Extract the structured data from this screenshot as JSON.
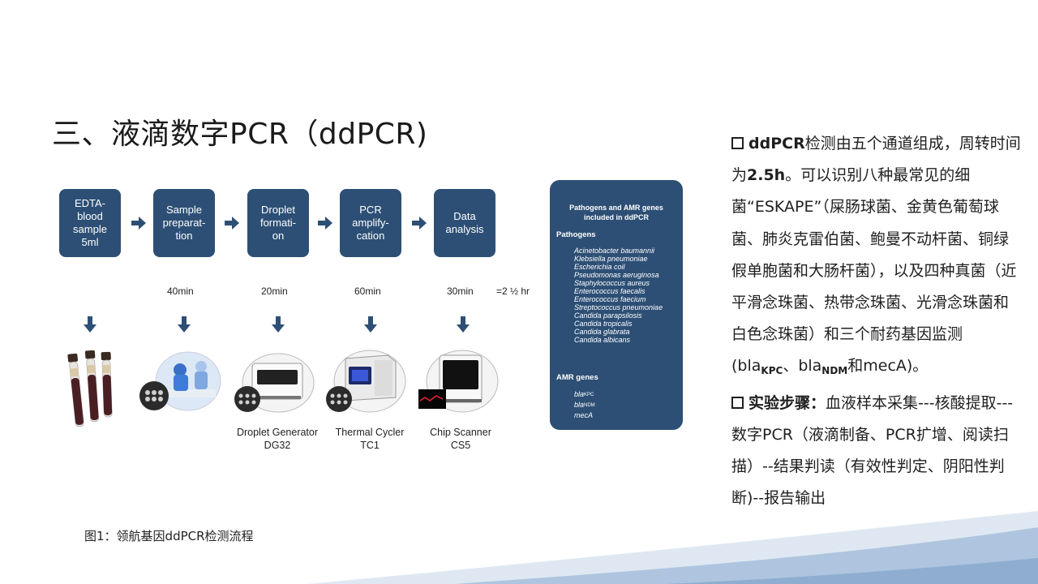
{
  "title": "三、液滴数字PCR（ddPCR)",
  "steps": [
    "EDTA-\nblood\nsample\n5ml",
    "Sample\npreparat-\ntion",
    "Droplet\nformati-\non",
    "PCR\namplify-\ncation",
    "Data\nanalysis"
  ],
  "times": [
    "40min",
    "20min",
    "60min",
    "30min",
    "=2 ½ hr"
  ],
  "devices": [
    "Droplet Generator\nDG32",
    "Thermal Cycler\nTC1",
    "Chip Scanner\nCS5"
  ],
  "panel": {
    "heading": "Pathogens and AMR genes\nincluded in ddPCR",
    "pathogens_label": "Pathogens",
    "pathogens": [
      "Acinetobacter baumannii",
      "Klebsiella pneumoniae",
      "Escherichia coil",
      "Pseudomonas aeruginosa",
      "Staphylococcus aureus",
      "Enterococcus faecalis",
      "Enterococcus faecium",
      "Streptococcus pneumoniae",
      "Candida parapsilosis",
      "Candida tropicalis",
      "Candida glabrata",
      "Candida albicans"
    ],
    "amr_label": "AMR genes",
    "amr": [
      {
        "base": "bla",
        "sub": "KPC"
      },
      {
        "base": "bla",
        "sub": "NDM"
      },
      {
        "base": "mecA",
        "sub": ""
      }
    ]
  },
  "figure_caption": "图1：领航基因ddPCR检测流程",
  "right": {
    "p1_bold": "ddPCR",
    "p1_a": "检测由五个通道组成，周转时间为",
    "p1_bold2": "2.5h",
    "p1_b": "。可以识别八种最常见的细菌“ESKAPE”（屎肠球菌、金黄色葡萄球菌、肺炎克雷伯菌、鲍曼不动杆菌、铜绿假单胞菌和大肠杆菌），以及四种真菌（近平滑念珠菌、热带念珠菌、光滑念珠菌和白色念珠菌）和三个耐药基因监测(bla",
    "p1_sub1": "KPC",
    "p1_c": "、bla",
    "p1_sub2": "NDM",
    "p1_d": "和mecA)。",
    "p2_bold": "实验步骤：",
    "p2_text": "血液样本采集---核酸提取---数字PCR（液滴制备、PCR扩增、阅读扫描）--结果判读（有效性判定、阴阳性判断)--报告输出"
  },
  "colors": {
    "box": "#2d4f75",
    "accent_wave": "#a9c0dc"
  }
}
